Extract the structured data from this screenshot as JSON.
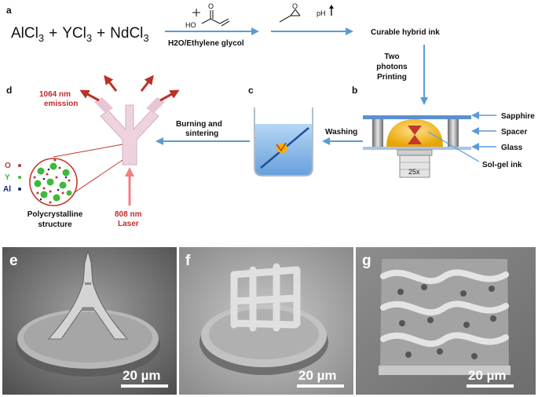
{
  "panel_labels": {
    "a": "a",
    "b": "b",
    "c": "c",
    "d": "d",
    "e": "e",
    "f": "f",
    "g": "g"
  },
  "equation": {
    "al": "AlCl",
    "y": "YCl",
    "nd": "NdCl",
    "sub": "3",
    "plus": "+"
  },
  "reagents": {
    "ho": "HO",
    "o": "O",
    "ph": "pH"
  },
  "steps": {
    "solvent": "H2O/Ethylene glycol",
    "ink": "Curable hybrid ink",
    "printing": [
      "Two",
      "photons",
      "Printing"
    ],
    "washing": "Washing",
    "burning": [
      "Burning and",
      "sintering"
    ]
  },
  "setup_labels": {
    "sapphire": "Sapphire",
    "spacer": "Spacer",
    "glass": "Glass",
    "solgel": "Sol-gel ink",
    "objective": "25x"
  },
  "optics": {
    "emission": [
      "1064 nm",
      "emission"
    ],
    "laser": [
      "808 nm",
      "Laser"
    ]
  },
  "legend": {
    "o": "O",
    "y": "Y",
    "al": "Al",
    "caption": [
      "Polycrystalline",
      "structure"
    ]
  },
  "sem": {
    "scale_e": "20 µm",
    "scale_f": "20 µm",
    "scale_g": "20 µm"
  },
  "colors": {
    "arrow_blue": "#5b9bd5",
    "emission_red": "#c0392b",
    "laser_pink": "#f08080",
    "structure_pink": "#e8c4d4",
    "ink_yellow": "#f0b400",
    "liquid_blue": "#7fb4e6"
  }
}
